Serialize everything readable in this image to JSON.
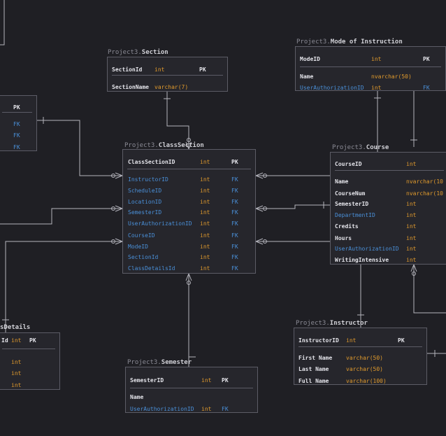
{
  "tables": {
    "mode_of_instruction": {
      "schema": "Project3.",
      "name": "Mode of Instruction",
      "columns": [
        {
          "name": "ModeID",
          "type": "int",
          "key": "PK"
        },
        {
          "name": "Name",
          "type": "nvarchar(50)",
          "key": ""
        },
        {
          "name": "UserAuthorizationID",
          "type": "int",
          "key": "FK"
        }
      ]
    },
    "section": {
      "schema": "Project3.",
      "name": "Section",
      "columns": [
        {
          "name": "SectionId",
          "type": "int",
          "key": "PK"
        },
        {
          "name": "SectionName",
          "type": "varchar(7)",
          "key": ""
        }
      ]
    },
    "left_partial": {
      "columns": [
        {
          "name": "",
          "type": "",
          "key": "PK"
        },
        {
          "name": "",
          "type": "",
          "key": "FK"
        },
        {
          "name": "",
          "type": "",
          "key": "FK"
        },
        {
          "name": "",
          "type": "",
          "key": "FK"
        }
      ]
    },
    "class_section": {
      "schema": "Project3.",
      "name": "ClassSection",
      "columns": [
        {
          "name": "ClassSectionID",
          "type": "int",
          "key": "PK"
        },
        {
          "name": "InstructorID",
          "type": "int",
          "key": "FK"
        },
        {
          "name": "ScheduleID",
          "type": "int",
          "key": "FK"
        },
        {
          "name": "LocationID",
          "type": "int",
          "key": "FK"
        },
        {
          "name": "SemesterID",
          "type": "int",
          "key": "FK"
        },
        {
          "name": "UserAuthorizationID",
          "type": "int",
          "key": "FK"
        },
        {
          "name": "CourseID",
          "type": "int",
          "key": "FK"
        },
        {
          "name": "ModeID",
          "type": "int",
          "key": "FK"
        },
        {
          "name": "SectionId",
          "type": "int",
          "key": "FK"
        },
        {
          "name": "ClassDetailsId",
          "type": "int",
          "key": "FK"
        }
      ]
    },
    "course": {
      "schema": "Project3.",
      "name": "Course",
      "columns": [
        {
          "name": "CourseID",
          "type": "int",
          "key": ""
        },
        {
          "name": "Name",
          "type": "nvarchar(10",
          "key": ""
        },
        {
          "name": "CourseNum",
          "type": "nvarchar(10",
          "key": ""
        },
        {
          "name": "SemesterID",
          "type": "int",
          "key": ""
        },
        {
          "name": "DepartmentID",
          "type": "int",
          "key": "",
          "fk": true
        },
        {
          "name": "Credits",
          "type": "int",
          "key": ""
        },
        {
          "name": "Hours",
          "type": "int",
          "key": ""
        },
        {
          "name": "UserAuthorizationID",
          "type": "int",
          "key": "",
          "fk": true
        },
        {
          "name": "WritingIntensive",
          "type": "int",
          "key": ""
        }
      ]
    },
    "class_details": {
      "schema": "",
      "name": "sDetails",
      "columns": [
        {
          "name": "Id",
          "type": "int",
          "key": "PK"
        },
        {
          "name": "",
          "type": "int",
          "key": ""
        },
        {
          "name": "",
          "type": "int",
          "key": ""
        },
        {
          "name": "",
          "type": "int",
          "key": ""
        }
      ]
    },
    "semester": {
      "schema": "Project3.",
      "name": "Semester",
      "columns": [
        {
          "name": "SemesterID",
          "type": "int",
          "key": "PK"
        },
        {
          "name": "Name",
          "type": "",
          "key": ""
        },
        {
          "name": "UserAuthorizationID",
          "type": "int",
          "key": "FK"
        }
      ]
    },
    "instructor": {
      "schema": "Project3.",
      "name": "Instructor",
      "columns": [
        {
          "name": "InstructorID",
          "type": "int",
          "key": "PK"
        },
        {
          "name": "First Name",
          "type": "varchar(50)",
          "key": ""
        },
        {
          "name": "Last Name",
          "type": "varchar(50)",
          "key": ""
        },
        {
          "name": "Full Name",
          "type": "varchar(100)",
          "key": ""
        }
      ]
    }
  },
  "colors": {
    "background": "#1f1f24",
    "table_fill": "#26262c",
    "border": "#5c5c66",
    "text": "#e4e4ea",
    "type": "#e09a2c",
    "foreign_key": "#4a90d9",
    "connector": "#b4b4bc"
  }
}
